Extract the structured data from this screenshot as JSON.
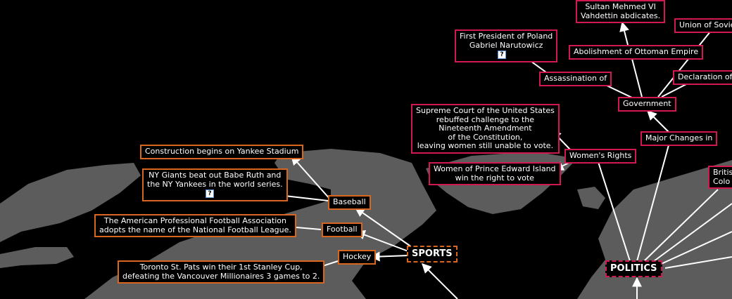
{
  "hubs": {
    "sports": "SPORTS",
    "politics": "POLITICS"
  },
  "sports": {
    "baseball": "Baseball",
    "football": "Football",
    "hockey": "Hockey",
    "yankee_stadium": "Construction begins on Yankee Stadium",
    "ny_giants": [
      "NY Giants beat out Babe Ruth and",
      "the NY Yankees in the world series."
    ],
    "nfl": [
      "The American Professional Football Association",
      "adopts the name of the National Football League."
    ],
    "stanley_cup": [
      "Toronto St. Pats win their 1st Stanley Cup,",
      "defeating the Vancouver Millionaires 3 games to 2."
    ]
  },
  "politics": {
    "sultan": [
      "Sultan Mehmed VI",
      "Vahdettin abdicates."
    ],
    "union": "Union of Soviet",
    "poland": [
      "First President of Poland",
      "Gabriel Narutowicz"
    ],
    "ottoman": "Abolishment of Ottoman Empire",
    "assassination": "Assassination of",
    "declaration": "Declaration of",
    "government": "Government",
    "supreme_court": [
      "Supreme Court of the United States",
      "rebuffed challenge to the",
      "Nineteenth Amendment",
      "of the Constitution,",
      "leaving women still unable to vote."
    ],
    "major_changes": "Major Changes in",
    "womens_rights": "Women's Rights",
    "pei": [
      "Women of Prince Edward Island",
      "win the right to vote"
    ],
    "british": [
      "Britis",
      "Colo"
    ]
  },
  "icons": {
    "note": "note-icon",
    "note_glyph": "?"
  }
}
